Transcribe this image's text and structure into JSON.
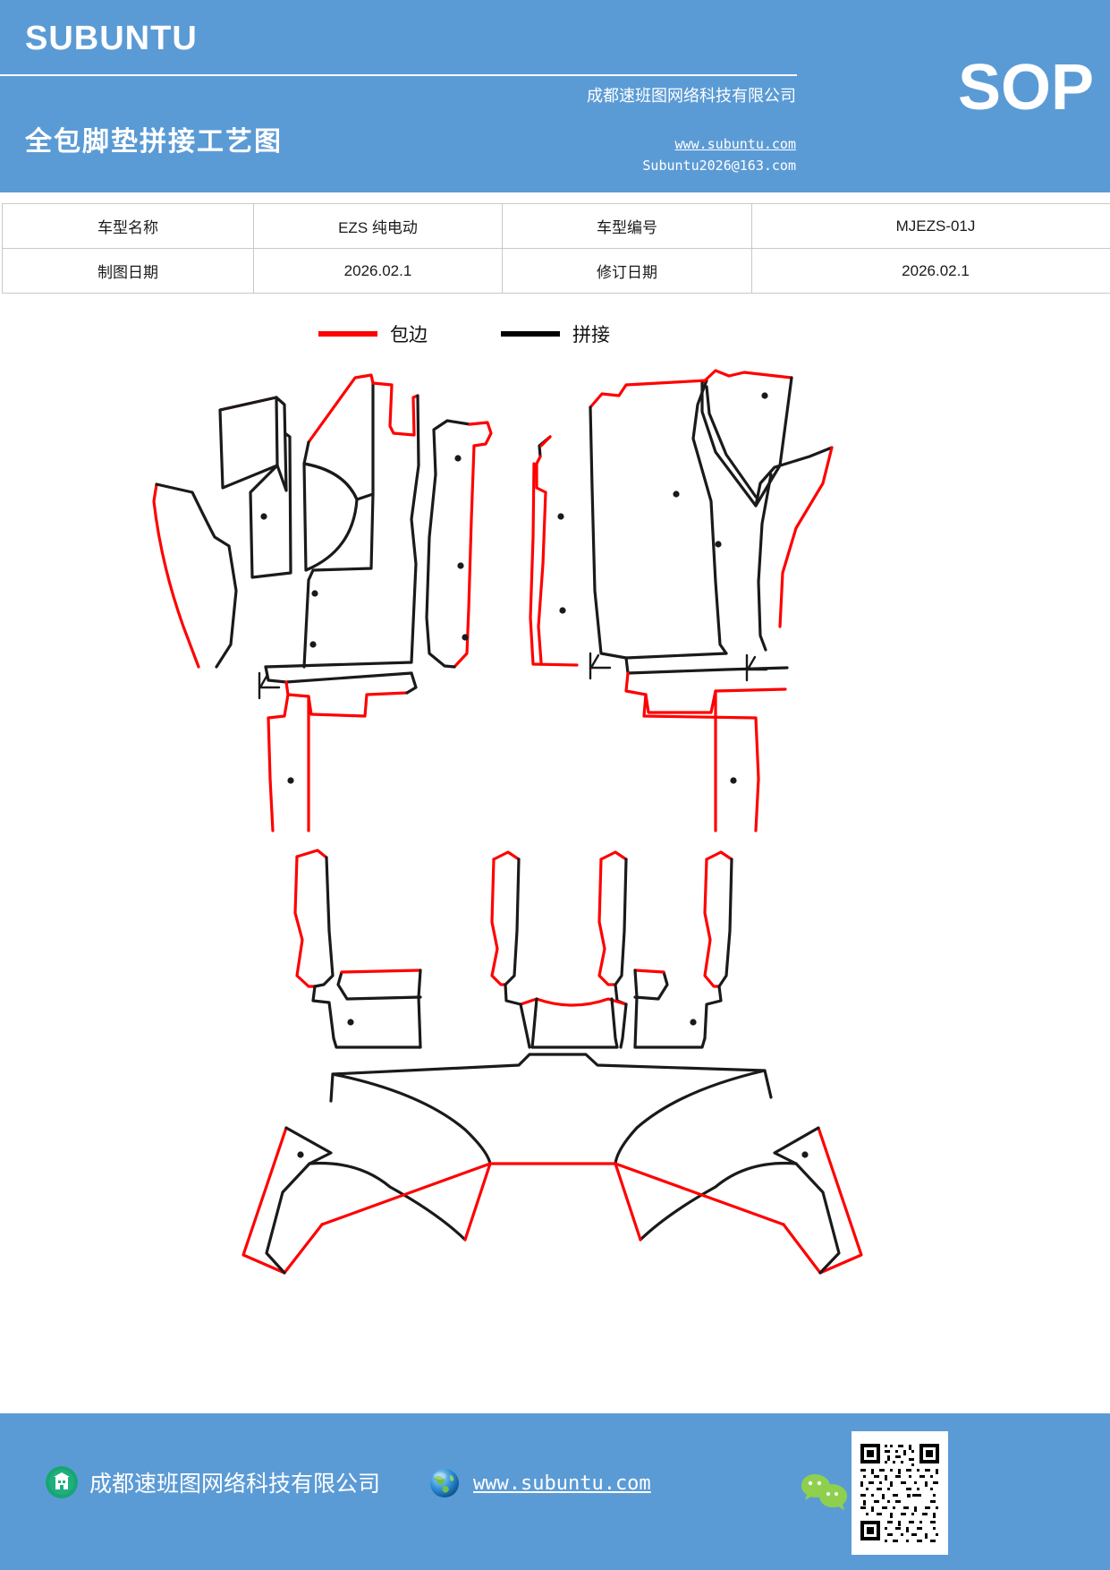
{
  "header": {
    "brand": "SUBUNTU",
    "doc_title": "全包脚垫拼接工艺图",
    "sop_badge": "SOP",
    "company": "成都速班图网络科技有限公司",
    "website": "www.subuntu.com",
    "email": "Subuntu2026@163.com",
    "bg_color": "#5b9bd5"
  },
  "info_table": {
    "rows": [
      {
        "label1": "车型名称",
        "value1": "EZS 纯电动",
        "label2": "车型编号",
        "value2": "MJEZS-01J"
      },
      {
        "label1": "制图日期",
        "value1": "2026.02.1",
        "label2": "修订日期",
        "value2": "2026.02.1"
      }
    ]
  },
  "legend": {
    "items": [
      {
        "label": "包边",
        "color": "#ff0000",
        "meaning": "edge-binding"
      },
      {
        "label": "拼接",
        "color": "#000000",
        "meaning": "splicing-seam"
      }
    ]
  },
  "drawing": {
    "type": "technical-pattern-layout",
    "description": "全包脚垫拼接工艺图 — car full-coverage floor mat splicing pattern layout",
    "stroke_colors": {
      "binding": "#ff0000",
      "seam": "#1a1a1a"
    },
    "groups": [
      {
        "name": "front-left-footwell",
        "pieces": 5
      },
      {
        "name": "front-right-footwell",
        "pieces": 5
      },
      {
        "name": "second-row-left",
        "pieces": 3
      },
      {
        "name": "second-row-right",
        "pieces": 3
      },
      {
        "name": "third-row-center",
        "pieces": 4
      },
      {
        "name": "rear-cargo-panel",
        "pieces": 3
      }
    ],
    "marker_count": 18,
    "alignment_marks": 3
  },
  "footer": {
    "company": "成都速班图网络科技有限公司",
    "website": "www.subuntu.com",
    "icons": [
      "building-icon",
      "globe-icon",
      "wechat-icon",
      "qr-code"
    ],
    "bg_color": "#5b9bd5"
  }
}
